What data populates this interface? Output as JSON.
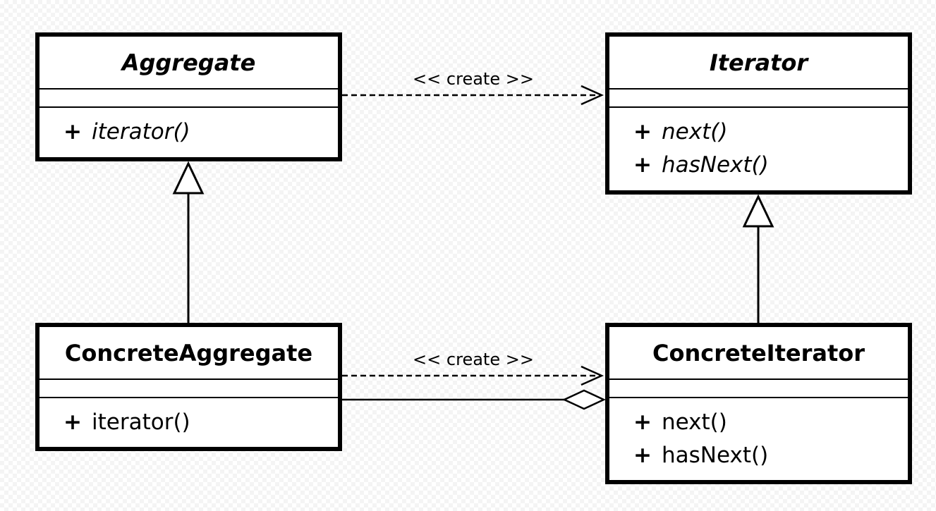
{
  "classes": {
    "aggregate": {
      "name": "Aggregate",
      "operations": [
        {
          "visibility": "+",
          "name": "iterator()"
        }
      ]
    },
    "iterator": {
      "name": "Iterator",
      "operations": [
        {
          "visibility": "+",
          "name": "next()"
        },
        {
          "visibility": "+",
          "name": "hasNext()"
        }
      ]
    },
    "concrete_aggregate": {
      "name": "ConcreteAggregate",
      "operations": [
        {
          "visibility": "+",
          "name": "iterator()"
        }
      ]
    },
    "concrete_iterator": {
      "name": "ConcreteIterator",
      "operations": [
        {
          "visibility": "+",
          "name": "next()"
        },
        {
          "visibility": "+",
          "name": "hasNext()"
        }
      ]
    }
  },
  "relations": {
    "create_top": "<< create >>",
    "create_bottom": "<< create >>"
  }
}
